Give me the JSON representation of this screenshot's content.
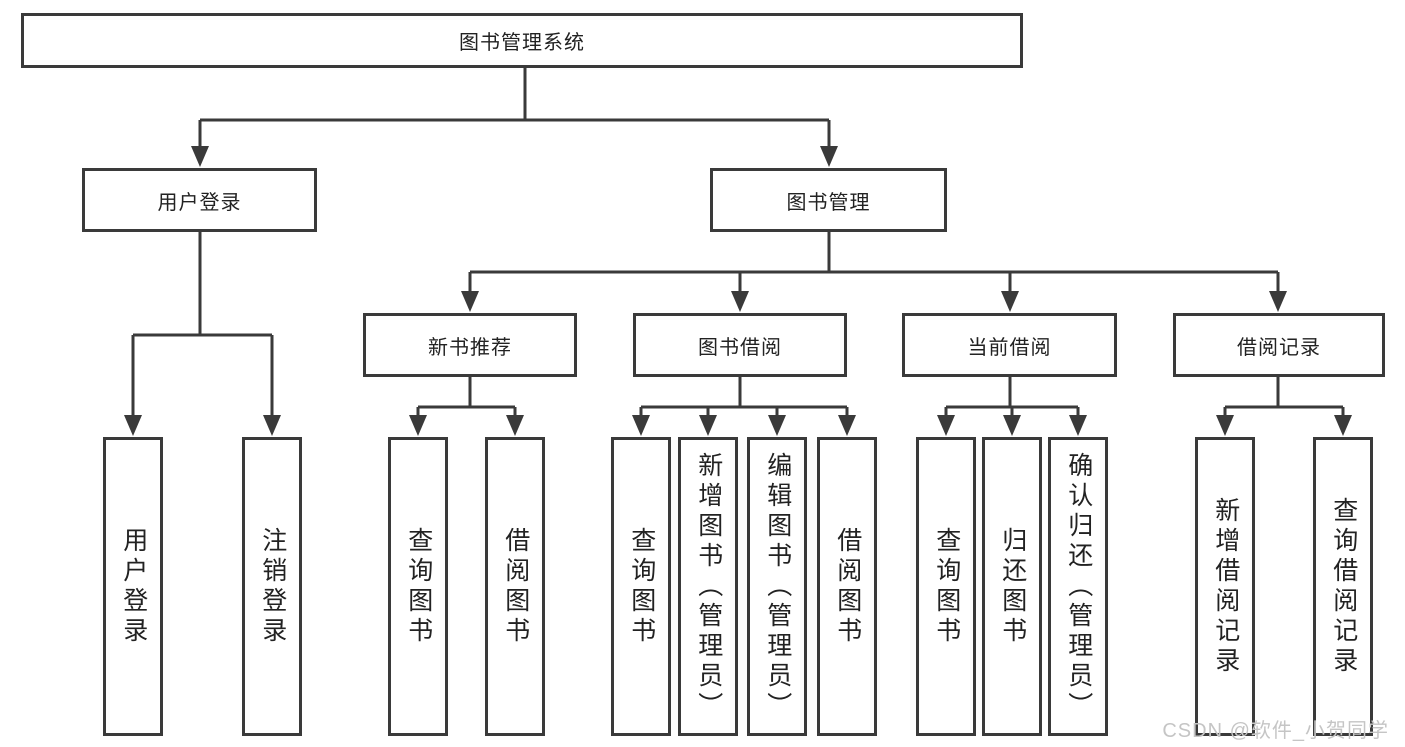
{
  "tree": {
    "root": "图书管理系统",
    "user": {
      "label": "用户登录",
      "children": [
        "用户登录",
        "注销登录"
      ]
    },
    "books": {
      "label": "图书管理",
      "sections": [
        {
          "label": "新书推荐",
          "children": [
            "查询图书",
            "借阅图书"
          ]
        },
        {
          "label": "图书借阅",
          "children": [
            "查询图书",
            "新增图书（管理员）",
            "编辑图书（管理员）",
            "借阅图书"
          ]
        },
        {
          "label": "当前借阅",
          "children": [
            "查询图书",
            "归还图书",
            "确认归还（管理员）"
          ]
        },
        {
          "label": "借阅记录",
          "children": [
            "新增借阅记录",
            "查询借阅记录"
          ]
        }
      ]
    }
  },
  "watermark": {
    "text": "CSDN @软件_小贺同学"
  },
  "colors": {
    "line": "#3a3a3a",
    "text": "#222222",
    "watermark": "#c5c5c5",
    "background": "#ffffff"
  }
}
